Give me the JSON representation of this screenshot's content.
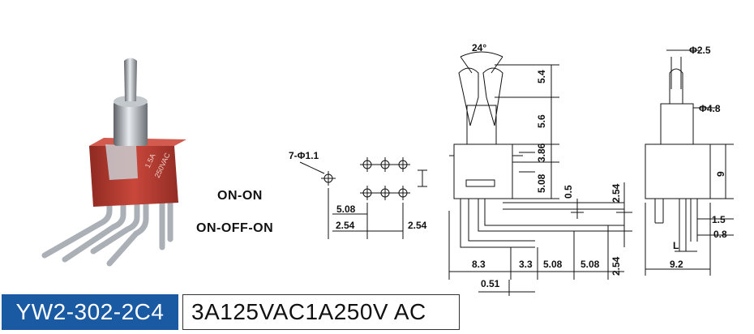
{
  "product": {
    "part_number": "YW2-302-2C4",
    "rating": "3A125VAC1A250V AC",
    "modes": [
      "ON-ON",
      "ON-OFF-ON"
    ],
    "switch_marking": [
      "1.5A",
      "250VAC"
    ]
  },
  "dimensions": {
    "pin_hole": "7-Φ1.1",
    "pitch_a": "5.08",
    "pitch_b": "2.54",
    "pitch_c": "2.54",
    "angle": "24°",
    "lever_h": "5.4",
    "bushing_h": "5.6",
    "body_h1": "3.86",
    "body_h2": "5.08",
    "offset_a": "0.5",
    "offset_b": "2.54",
    "width_83": "8.3",
    "width_33": "3.3",
    "width_508a": "5.08",
    "width_508b": "5.08",
    "width_254": "2.54",
    "width_051": "0.51",
    "dia_lever": "Φ2.5",
    "dia_bushing": "Φ4.8",
    "height_9": "9",
    "pin_15": "1.5",
    "pin_08": "0.8",
    "label_l": "L",
    "width_92": "9.2"
  },
  "colors": {
    "banner": "#1a5aa3",
    "body_red": "#b83a30",
    "metal": "#9aa0a6"
  }
}
